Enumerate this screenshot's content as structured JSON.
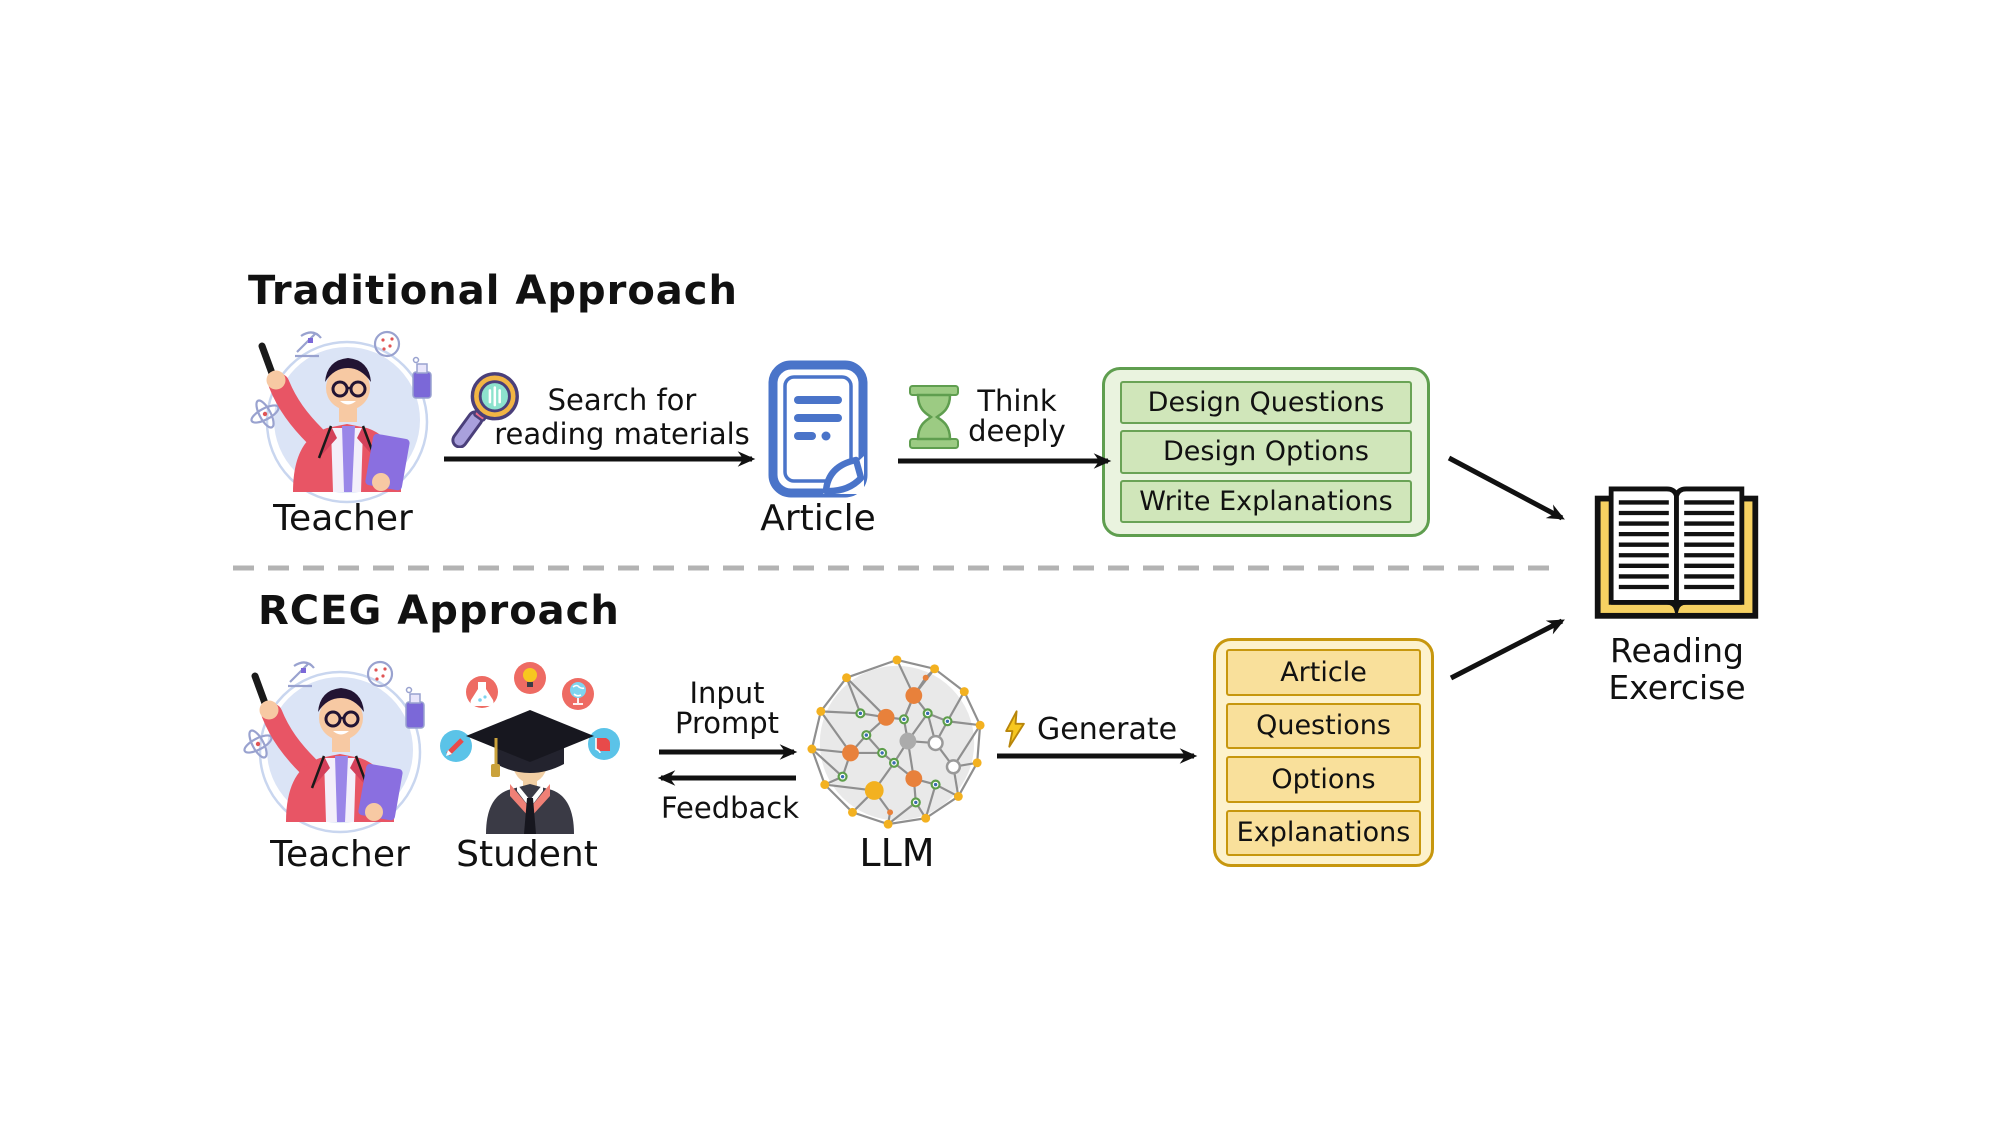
{
  "colors": {
    "green_border": "#5f9e4f",
    "green_panel": "#eaf3df",
    "green_row": "#d0e6ba",
    "gold_border": "#c7970e",
    "gold_panel": "#fdf2cc",
    "gold_row": "#f9e09b",
    "book_cover": "#f6d162",
    "divider_gray": "#b3b3b3",
    "arrow_black": "#111111",
    "article_blue": "#4a74c9",
    "hourglass_green": "#9ccb83",
    "magnifier_ring": "#f2b544",
    "magnifier_lens": "#8de2cd",
    "lightning_gold": "#f7c71f"
  },
  "icons": {
    "teacher": "teacher-illustration",
    "student": "graduate-student-illustration",
    "magnifier": "magnifying-glass-icon",
    "article": "document-icon",
    "hourglass": "hourglass-icon",
    "llm": "neural-network-sphere-icon",
    "lightning": "lightning-bolt-icon",
    "book": "open-book-icon"
  },
  "traditional": {
    "title": "Traditional Approach",
    "teacher_label": "Teacher",
    "search_line1": "Search for",
    "search_line2": "reading materials",
    "article_label": "Article",
    "think_line1": "Think",
    "think_line2": "deeply",
    "steps": [
      "Design Questions",
      "Design Options",
      "Write Explanations"
    ]
  },
  "rceg": {
    "title": "RCEG Approach",
    "teacher_label": "Teacher",
    "student_label": "Student",
    "input_line1": "Input",
    "input_line2": "Prompt",
    "feedback_label": "Feedback",
    "llm_label": "LLM",
    "generate_label": "Generate",
    "outputs": [
      "Article",
      "Questions",
      "Options",
      "Explanations"
    ]
  },
  "result": {
    "line1": "Reading",
    "line2": "Exercise"
  }
}
